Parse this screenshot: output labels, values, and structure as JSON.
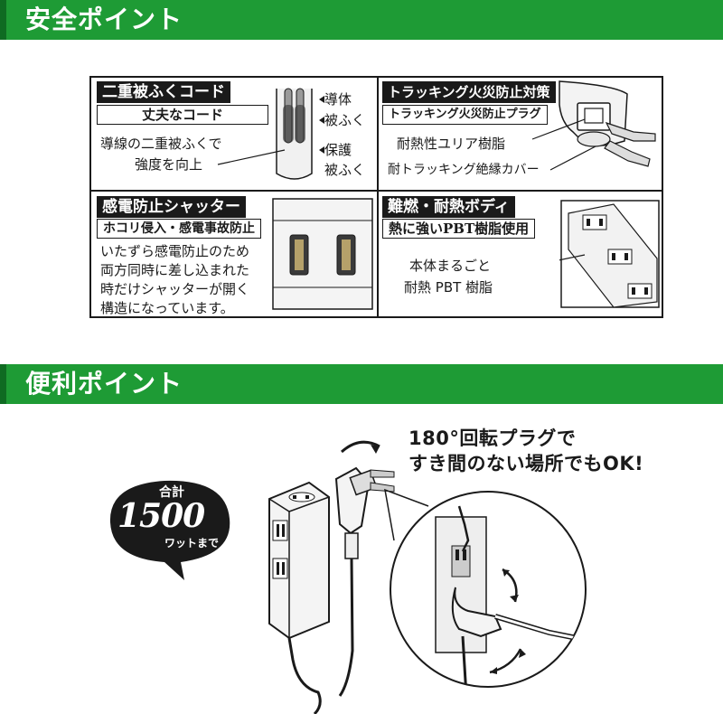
{
  "safety_banner": {
    "title": "安全ポイント"
  },
  "convenience_banner": {
    "title": "便利ポイント"
  },
  "cells": {
    "cord": {
      "title": "二重被ふくコード",
      "subtitle": "丈夫なコード",
      "text_lines": [
        "導線の二重被ふくで",
        "強度を向上"
      ],
      "labels": {
        "conductor": "導体",
        "insulation": "被ふく",
        "protective_1": "保護",
        "protective_2": "被ふく"
      }
    },
    "tracking": {
      "title": "トラッキング火災防止対策",
      "subtitle": "トラッキング火災防止プラグ",
      "labels": {
        "urea": "耐熱性ユリア樹脂",
        "cover": "耐トラッキング絶縁カバー"
      }
    },
    "shutter": {
      "title": "感電防止シャッター",
      "subtitle": "ホコリ侵入・感電事故防止",
      "text_lines": [
        "いたずら感電防止のため",
        "両方同時に差し込まれた",
        "時だけシャッターが開く",
        "構造になっています。"
      ]
    },
    "body": {
      "title": "難燃・耐熱ボディ",
      "subtitle": "熱に強いPBT樹脂使用",
      "text_lines": [
        "本体まるごと",
        "耐熱 PBT 樹脂"
      ]
    }
  },
  "badge": {
    "top": "合計",
    "number": "1500",
    "bottom": "ワットまで"
  },
  "callout": {
    "line1": "180°回転プラグで",
    "line2": "すき間のない場所でもOK!"
  }
}
